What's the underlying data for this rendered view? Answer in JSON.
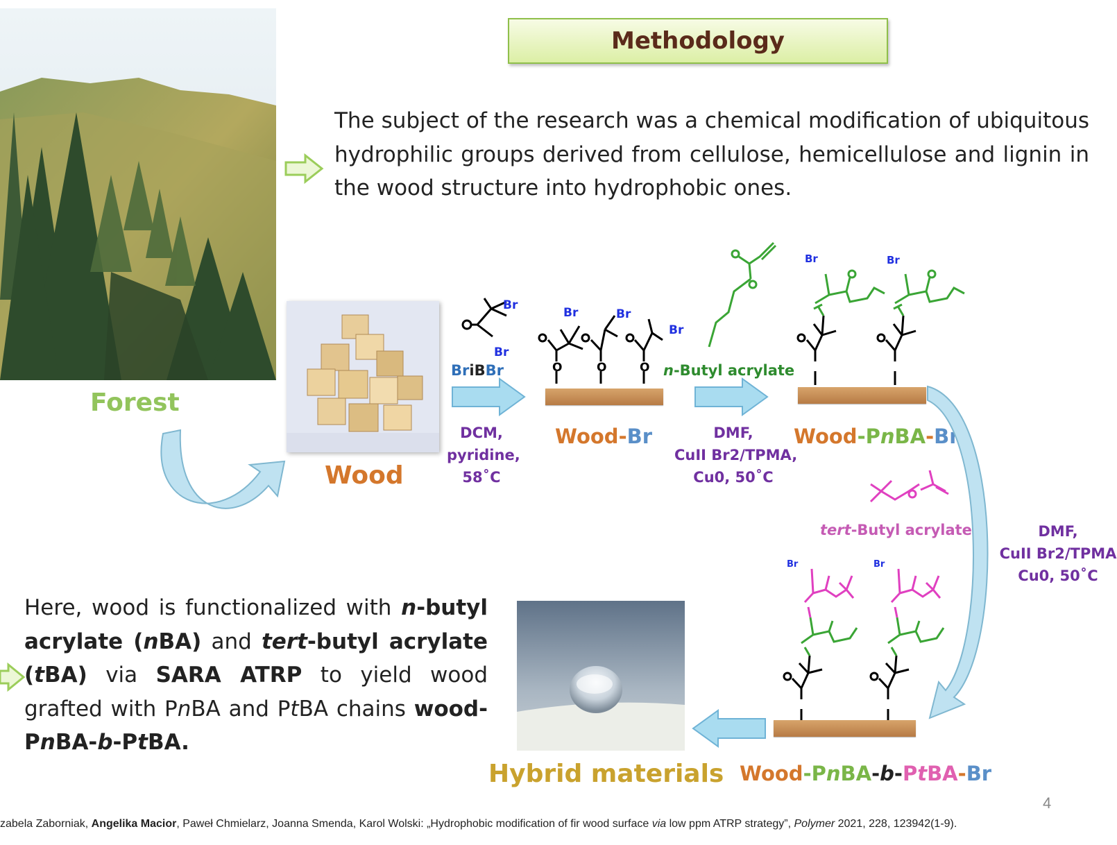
{
  "slide": {
    "title": "Methodology",
    "page_number": "4",
    "intro_text": "The subject of the research was a chemical modification of ubiquitous hydrophilic groups derived from cellulose, hemicellulose and lignin in the wood structure into hydrophobic ones.",
    "summary": {
      "p1": "Here, wood is functionalized with ",
      "nbutyl_italic": "n",
      "nbutyl_rest": "-butyl acrylate (",
      "nba_n": "n",
      "nba_rest": "BA)",
      "and1": " and ",
      "tert_italic": "tert",
      "tert_rest": "-butyl acrylate (",
      "tba_t": "t",
      "tba_rest": "BA)",
      "via": " via ",
      "sara": "SARA ATRP",
      "yield": " to yield wood grafted with P",
      "pnba_n": "n",
      "pnba_rest": "BA and P",
      "ptba_t": "t",
      "ptba_rest": "BA chains ",
      "final_a": "wood-P",
      "final_n": "n",
      "final_b": "BA-",
      "final_bi": "b",
      "final_c": "-P",
      "final_t": "t",
      "final_d": "BA."
    },
    "labels": {
      "forest": "Forest",
      "wood": "Wood",
      "hybrid": "Hybrid materials",
      "bribbr": "BriBBr",
      "bribbr_a": "Br",
      "bribbr_b": "iB",
      "bribbr_c": "Br",
      "nbutyl_acrylate_n": "n",
      "nbutyl_acrylate_rest": "-Butyl acrylate",
      "tert_acrylate_i": "tert",
      "tert_acrylate_rest": "-Butyl acrylate"
    },
    "products": {
      "wood_br": [
        "Wood",
        "-",
        "Br"
      ],
      "wood_pnba_br": [
        "Wood",
        "-P",
        "n",
        "BA",
        "-",
        "Br"
      ],
      "wood_pnba_b_ptba_br": [
        "Wood",
        "-P",
        "n",
        "BA",
        "-",
        "b",
        "-",
        "P",
        "t",
        "BA",
        "-",
        "Br"
      ]
    },
    "conditions": {
      "step1": [
        "DCM,",
        "pyridine,",
        "58˚C"
      ],
      "step2": [
        "DMF,",
        "CuII Br2/TPMA,",
        "Cu0, 50˚C"
      ],
      "step3": [
        "DMF,",
        "CuII Br2/TPMA",
        "Cu0, 50˚C"
      ]
    },
    "chem_text": {
      "br": "Br",
      "o": "O",
      "n": "n"
    },
    "footer": {
      "authors_a": "zabela Zaborniak, ",
      "authors_b": "Angelika Macior",
      "authors_c": ", Paweł Chmielarz, Joanna Smenda, Karol Wolski: „Hydrophobic modification of fir wood surface ",
      "via": "via",
      "authors_d": " low ppm ATRP strategy”, ",
      "journal": "Polymer",
      "ref": " 2021, 228, 123942(1-9)."
    },
    "colors": {
      "wood_orange": "#d4772c",
      "br_blue": "#5a8fc8",
      "pnba_green": "#7ab648",
      "ptba_pink": "#e060b0",
      "forest_green": "#92c45c",
      "hybrid_gold": "#c9a22e",
      "conditions_purple": "#7030a0",
      "arrow_blue": "#a9dcf0"
    }
  }
}
